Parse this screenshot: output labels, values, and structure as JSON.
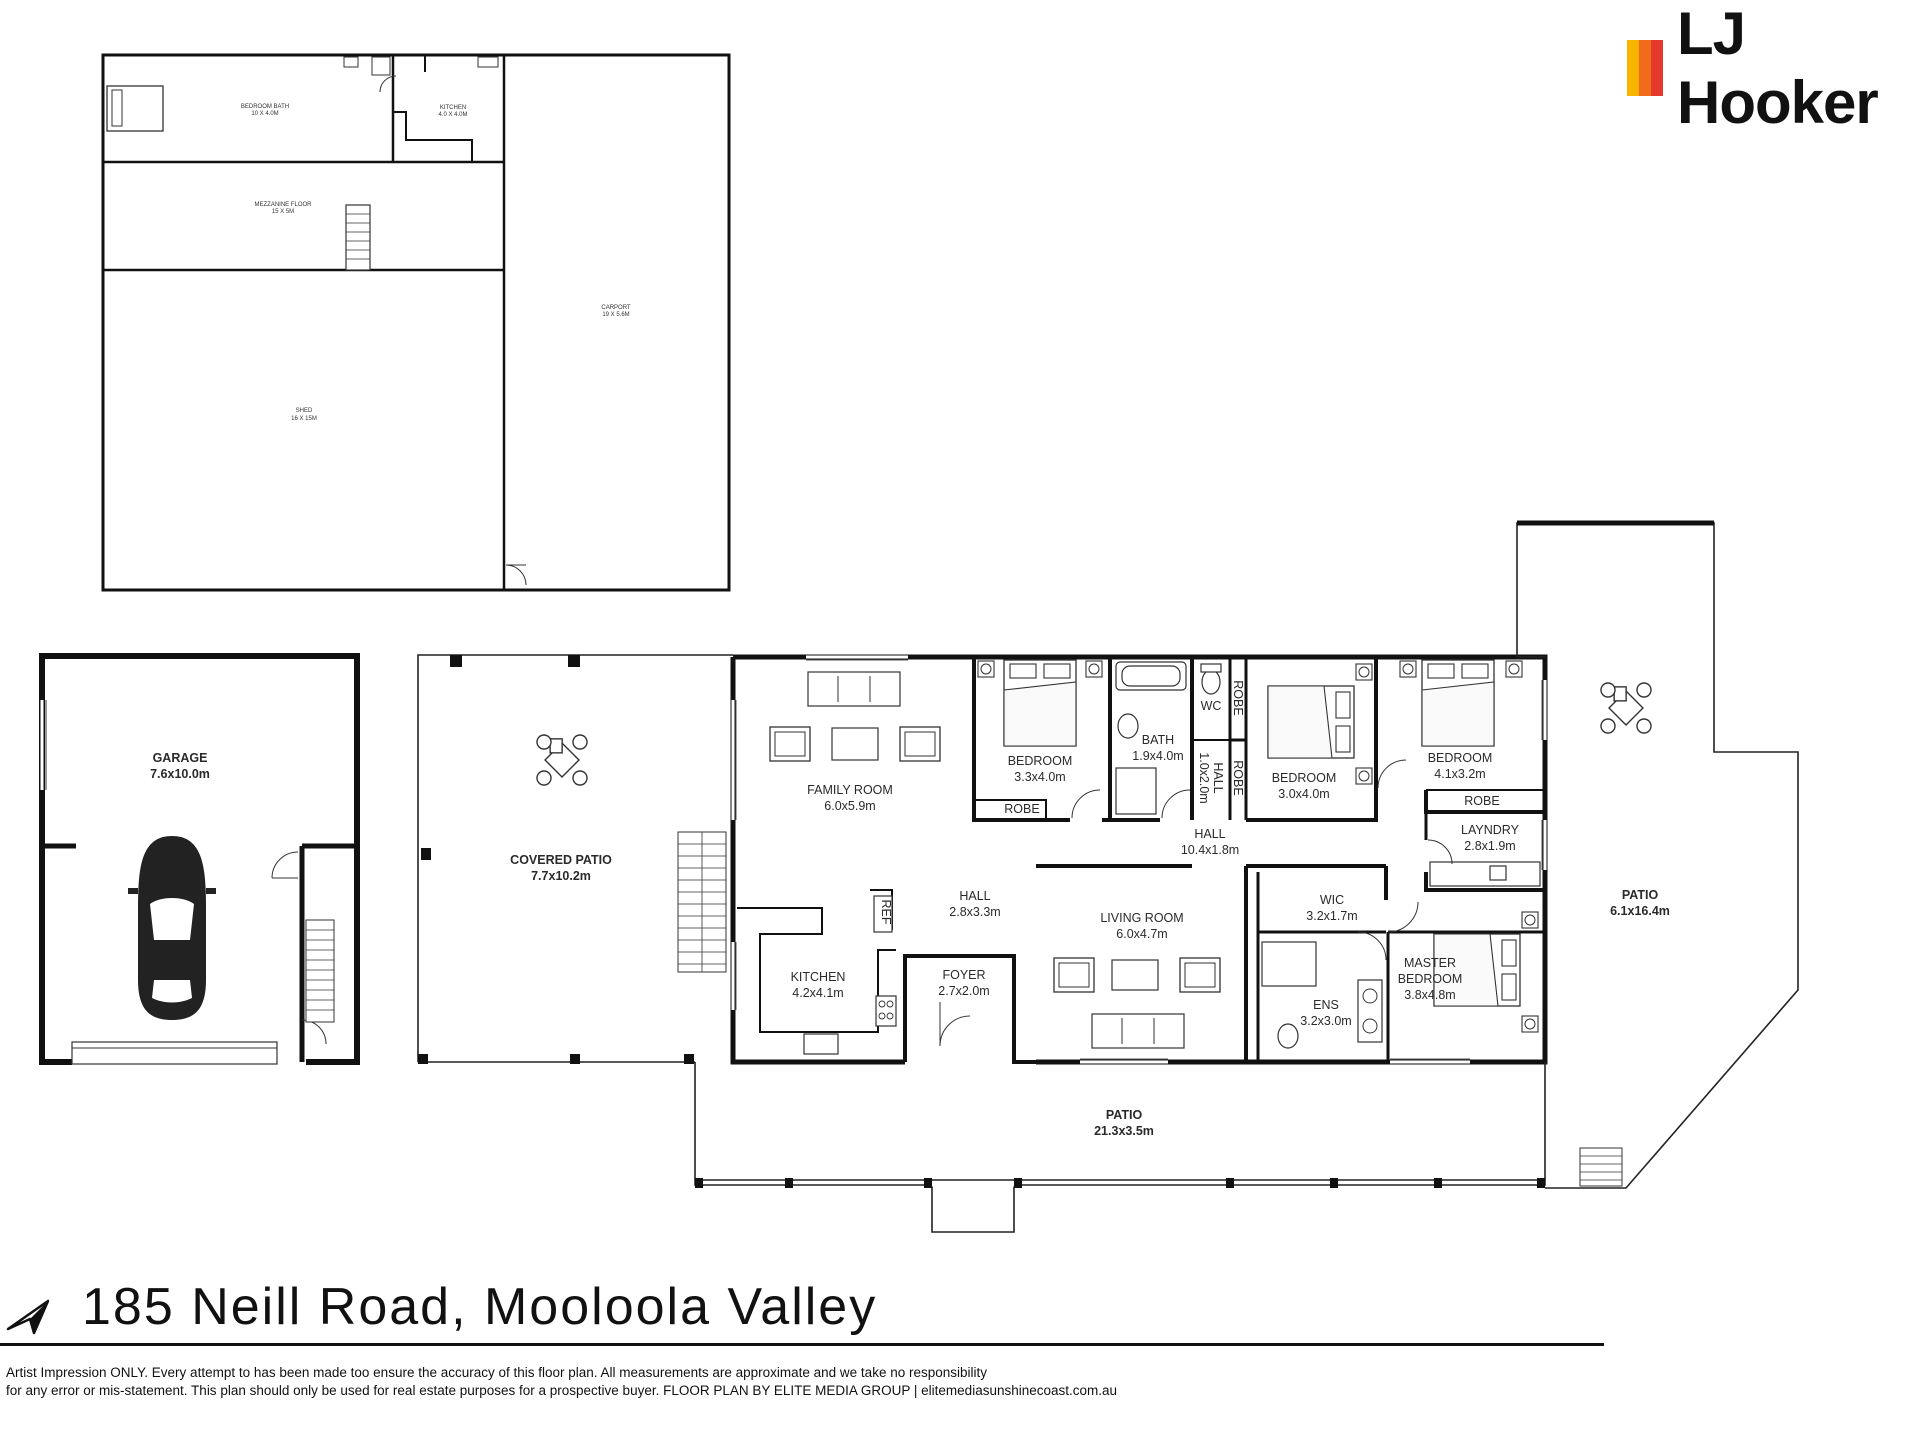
{
  "brand": {
    "name": "LJ Hooker",
    "colors": [
      "#f7b500",
      "#f26a1b",
      "#e53a2b"
    ]
  },
  "address": "185 Neill Road, Mooloola Valley",
  "disclaimer": {
    "line1": "Artist Impression ONLY. Every attempt to has been made too ensure the accuracy of this floor plan. All measurements are approximate and we take no responsibility",
    "line2": "for any error or mis-statement. This plan should only be used for real estate purposes for a prospective buyer. FLOOR PLAN BY ELITE MEDIA GROUP | elitemediasunshinecoast.com.au"
  },
  "shed_plan": {
    "bedroom_bath": {
      "name": "BEDROOM BATH",
      "size": "10 X 4.0M"
    },
    "kitchen": {
      "name": "KITCHEN",
      "size": "4.0 X 4.0M"
    },
    "mezzanine": {
      "name": "MEZZANINE FLOOR",
      "size": "15 X 5M"
    },
    "carport": {
      "name": "CARPORT",
      "size": "19 X 5.6M"
    },
    "shed": {
      "name": "SHED",
      "size": "16 X 15M"
    }
  },
  "house_plan": {
    "garage": {
      "name": "GARAGE",
      "size": "7.6x10.0m"
    },
    "covered_patio": {
      "name": "COVERED PATIO",
      "size": "7.7x10.2m"
    },
    "family_room": {
      "name": "FAMILY ROOM",
      "size": "6.0x5.9m"
    },
    "hall_small": {
      "name": "HALL",
      "size": "2.8x3.3m"
    },
    "kitchen": {
      "name": "KITCHEN",
      "size": "4.2x4.1m"
    },
    "ref": "REF",
    "foyer": {
      "name": "FOYER",
      "size": "2.7x2.0m"
    },
    "living_room": {
      "name": "LIVING ROOM",
      "size": "6.0x4.7m"
    },
    "bedroom_1": {
      "name": "BEDROOM",
      "size": "3.3x4.0m"
    },
    "robe_1": "ROBE",
    "bath": {
      "name": "BATH",
      "size": "1.9x4.0m"
    },
    "wc": "WC",
    "hall_vertical": {
      "name": "HALL",
      "size": "1.0x2.0m"
    },
    "robe_2": "ROBE",
    "robe_3": "ROBE",
    "bedroom_2": {
      "name": "BEDROOM",
      "size": "3.0x4.0m"
    },
    "bedroom_3": {
      "name": "BEDROOM",
      "size": "4.1x3.2m"
    },
    "robe_4": "ROBE",
    "hall_main": {
      "name": "HALL",
      "size": "10.4x1.8m"
    },
    "laundry": {
      "name": "LAYNDRY",
      "size": "2.8x1.9m"
    },
    "wic": {
      "name": "WIC",
      "size": "3.2x1.7m"
    },
    "ens": {
      "name": "ENS",
      "size": "3.2x3.0m"
    },
    "master": {
      "name": "MASTER",
      "name2": "BEDROOM",
      "size": "3.8x4.8m"
    },
    "patio_front": {
      "name": "PATIO",
      "size": "21.3x3.5m"
    },
    "patio_side": {
      "name": "PATIO",
      "size": "6.1x16.4m"
    }
  }
}
